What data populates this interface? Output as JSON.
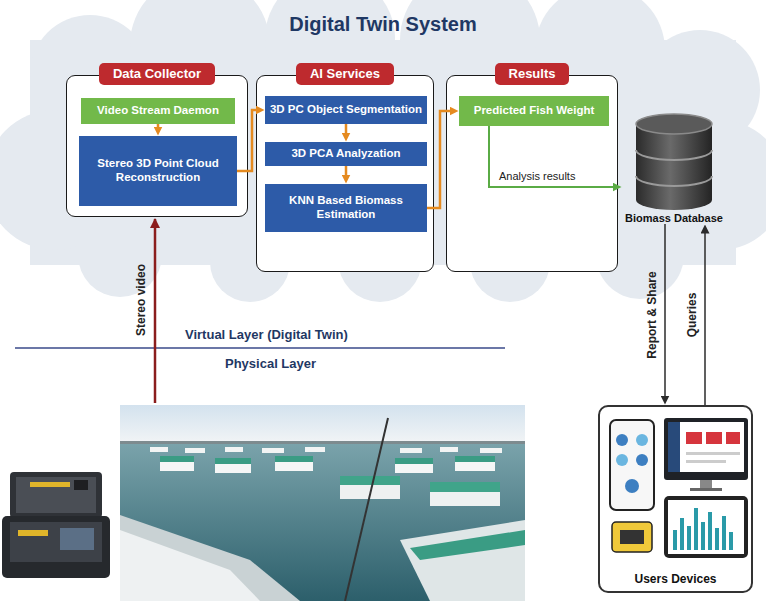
{
  "diagram": {
    "title": "Digital Twin System",
    "nodes": [
      {
        "text": [
          "Data Collector"
        ]
      },
      {
        "text": [
          "Video Stream Daemon"
        ],
        "in": 0
      },
      {
        "text": [
          "Stereo 3D Point Cloud Reconstruction"
        ],
        "in": 0
      },
      {
        "text": [
          "AI Services"
        ]
      },
      {
        "text": [
          "3D PC Object Segmentation"
        ],
        "in": 3
      },
      {
        "text": [
          "3D PCA Analyzation"
        ],
        "in": 3
      },
      {
        "text": [
          "KNN Based Biomass Estimation"
        ],
        "in": 3
      },
      {
        "text": [
          "Results"
        ]
      },
      {
        "text": [
          "Predicted Fish Weight"
        ],
        "in": 7
      },
      {
        "text": [
          "Biomass Database"
        ]
      },
      {
        "text": [
          "Users Devices"
        ]
      }
    ],
    "edges": [
      {
        "from": 1,
        "to": 2,
        "arrow": "to"
      },
      {
        "from": 2,
        "to": 4,
        "arrow": "to"
      },
      {
        "from": 4,
        "to": 5,
        "arrow": "to"
      },
      {
        "from": 5,
        "to": 6,
        "arrow": "to"
      },
      {
        "from": 6,
        "to": 8,
        "arrow": "to"
      },
      {
        "from": 8,
        "to": 9,
        "label": "Analysis results",
        "arrow": "to"
      },
      {
        "from": 9,
        "to": 10,
        "label": "Report & Share",
        "arrow": "to"
      },
      {
        "from": 10,
        "to": 9,
        "label": "Queries",
        "arrow": "to"
      }
    ],
    "labels": [
      "Virtual Layer (Digital Twin)",
      "Physical Layer",
      "Stereo video"
    ]
  }
}
